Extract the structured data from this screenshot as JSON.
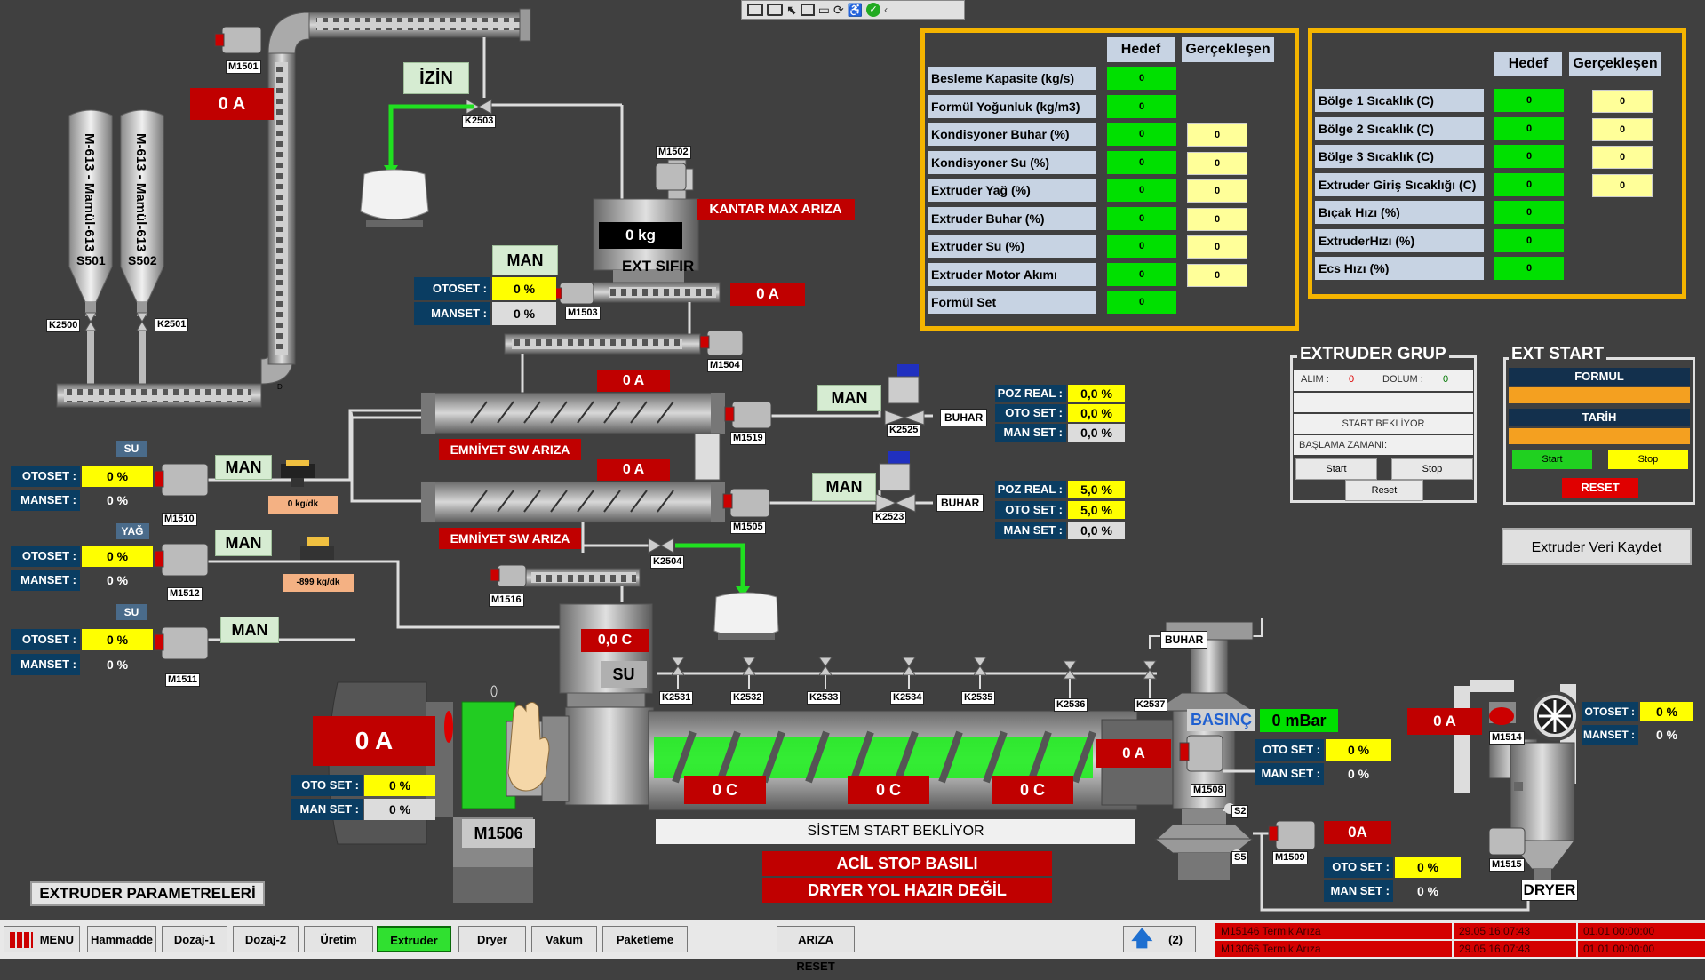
{
  "toolbar_icons": [
    "select-icon",
    "record-icon",
    "cursor-icon",
    "window-icon",
    "monitor-icon",
    "refresh-icon",
    "accessibility-icon",
    "check-icon",
    "chevron-left-icon"
  ],
  "silos": {
    "s501_text": "M-613 - Mamül-613",
    "s502_text": "M-613 - Mamül-613",
    "s501_label": "S501",
    "s502_label": "S502",
    "valve_left": "K2500",
    "valve_right": "K2501"
  },
  "conveyor_top": {
    "motor": "M1501",
    "current": "0 A"
  },
  "izin": {
    "label": "İZİN",
    "valve": "K2503"
  },
  "scale": {
    "motor_top": "M1502",
    "alarm": "KANTAR MAX ARIZA",
    "weight": "0 kg",
    "zero_label": "EXT SIFIR",
    "motor_bottom": "M1503",
    "current": "0 A",
    "mode": "MAN",
    "otoset_label": "OTOSET :",
    "otoset_value": "0 %",
    "manset_label": "MANSET :",
    "manset_value": "0 %"
  },
  "m1504": {
    "label": "M1504"
  },
  "conditioner1": {
    "current": "0 A",
    "fault": "EMNİYET SW ARIZA",
    "motor": "M1519",
    "mode": "MAN",
    "valve": "K2525",
    "buhar": "BUHAR",
    "poz_real_label": "POZ REAL :",
    "poz_real": "0,0 %",
    "oto_set_label": "OTO SET :",
    "oto_set": "0,0 %",
    "man_set_label": "MAN SET :",
    "man_set": "0,0 %"
  },
  "conditioner2": {
    "current": "0 A",
    "fault": "EMNİYET SW ARIZA",
    "motor": "M1505",
    "mode": "MAN",
    "valve": "K2523",
    "buhar": "BUHAR",
    "poz_real_label": "POZ REAL :",
    "poz_real": "5,0 %",
    "oto_set_label": "OTO SET :",
    "oto_set": "5,0 %",
    "man_set_label": "MAN SET :",
    "man_set": "0,0 %"
  },
  "pump_su1": {
    "title": "SU",
    "mode": "MAN",
    "otoset_label": "OTOSET :",
    "otoset": "0 %",
    "manset_label": "MANSET :",
    "manset": "0 %",
    "motor": "M1510",
    "flow": "0 kg/dk"
  },
  "pump_yag": {
    "title": "YAĞ",
    "mode": "MAN",
    "otoset_label": "OTOSET :",
    "otoset": "0 %",
    "manset_label": "MANSET :",
    "manset": "0 %",
    "motor": "M1512",
    "flow": "-899 kg/dk"
  },
  "pump_su2": {
    "title": "SU",
    "mode": "MAN",
    "otoset_label": "OTOSET :",
    "otoset": "0 %",
    "manset_label": "MANSET :",
    "manset": "0 %",
    "motor": "M1511"
  },
  "feeder": {
    "motor": "M1516",
    "valve": "K2504"
  },
  "extruder": {
    "temp_in": "0,0 C",
    "su_label": "SU",
    "valves": [
      "K2531",
      "K2532",
      "K2533",
      "K2534",
      "K2535",
      "K2536",
      "K2537"
    ],
    "buhar": "BUHAR",
    "basinc_label": "BASINÇ",
    "basinc_value": "0 mBar",
    "main_current": "0 A",
    "oto_set_label": "OTO SET :",
    "oto_set": "0 %",
    "man_set_label": "MAN SET :",
    "man_set": "0 %",
    "main_motor": "M1506",
    "zone_temps": [
      "0 C",
      "0 C",
      "0 C"
    ],
    "knife_current": "0 A",
    "knife_motor": "M1508",
    "knife_oto_label": "OTO SET :",
    "knife_oto": "0 %",
    "knife_man_label": "MAN SET :",
    "knife_man": "0 %",
    "status": "SİSTEM START BEKLİYOR",
    "alarm1": "ACİL STOP BASILI",
    "alarm2": "DRYER YOL HAZIR DEĞİL",
    "s2": "S2",
    "s5": "S5",
    "m1509": "M1509",
    "m1509_current": "0A",
    "m1509_oto_label": "OTO SET :",
    "m1509_oto": "0 %",
    "m1509_man_label": "MAN SET :",
    "m1509_man": "0 %"
  },
  "dryer": {
    "current": "0 A",
    "fan_motor": "M1514",
    "otoset_label": "OTOSET :",
    "otoset": "0 %",
    "manset_label": "MANSET :",
    "manset": "0 %",
    "motor": "M1515",
    "label": "DRYER"
  },
  "panel1": {
    "head_target": "Hedef",
    "head_actual": "Gerçekleşen",
    "rows": [
      {
        "label": "Besleme Kapasite (kg/s)",
        "target": "0",
        "actual": ""
      },
      {
        "label": "Formül Yoğunluk (kg/m3)",
        "target": "0",
        "actual": ""
      },
      {
        "label": "Kondisyoner Buhar (%)",
        "target": "0",
        "actual": "0"
      },
      {
        "label": "Kondisyoner Su (%)",
        "target": "0",
        "actual": "0"
      },
      {
        "label": "Extruder Yağ (%)",
        "target": "0",
        "actual": "0"
      },
      {
        "label": "Extruder Buhar (%)",
        "target": "0",
        "actual": "0"
      },
      {
        "label": "Extruder Su (%)",
        "target": "0",
        "actual": "0"
      },
      {
        "label": "Extruder Motor Akımı",
        "target": "0",
        "actual": "0"
      },
      {
        "label": "Formül Set",
        "target": "0",
        "actual": ""
      }
    ]
  },
  "panel2": {
    "head_target": "Hedef",
    "head_actual": "Gerçekleşen",
    "rows": [
      {
        "label": "Bölge 1 Sıcaklık (C)",
        "target": "0",
        "actual": "0"
      },
      {
        "label": "Bölge 2 Sıcaklık (C)",
        "target": "0",
        "actual": "0"
      },
      {
        "label": "Bölge 3 Sıcaklık (C)",
        "target": "0",
        "actual": "0"
      },
      {
        "label": "Extruder Giriş  Sıcaklığı (C)",
        "target": "0",
        "actual": "0"
      },
      {
        "label": "Bıçak Hızı (%)",
        "target": "0",
        "actual": ""
      },
      {
        "label": "ExtruderHızı (%)",
        "target": "0",
        "actual": ""
      },
      {
        "label": "Ecs Hızı (%)",
        "target": "0",
        "actual": ""
      }
    ]
  },
  "extruder_grup": {
    "title": "EXTRUDER GRUP",
    "alim_label": "ALIM :",
    "alim": "0",
    "dolum_label": "DOLUM :",
    "dolum": "0",
    "status": "START BEKLİYOR",
    "start_time": "BAŞLAMA ZAMANI:",
    "start": "Start",
    "stop": "Stop",
    "reset": "Reset"
  },
  "ext_start": {
    "title": "EXT START",
    "formul": "FORMUL",
    "tarih": "TARİH",
    "start": "Start",
    "stop": "Stop",
    "reset": "RESET"
  },
  "save_button": "Extruder Veri Kaydet",
  "params_button": "EXTRUDER PARAMETRELERİ",
  "nav": {
    "menu": "MENU",
    "items": [
      "Hammadde",
      "Dozaj-1",
      "Dozaj-2",
      "Üretim",
      "Extruder",
      "Dryer",
      "Vakum",
      "Paketleme"
    ],
    "active": "Extruder",
    "fault_reset": "ARIZA RESET",
    "page_count": "(2)"
  },
  "alarms": [
    {
      "text": "M15146 Termik Arıza",
      "time": "29.05 16:07:43",
      "time2": "01.01 00:00:00"
    },
    {
      "text": "M13066 Termik Arıza",
      "time": "29.05 16:07:43",
      "time2": "01.01 00:00:00"
    }
  ],
  "colors": {
    "background": "#404040",
    "panel_border": "#f4b400",
    "alarm_red": "#c00000",
    "value_green": "#00e000",
    "set_yellow": "#ffff00"
  }
}
